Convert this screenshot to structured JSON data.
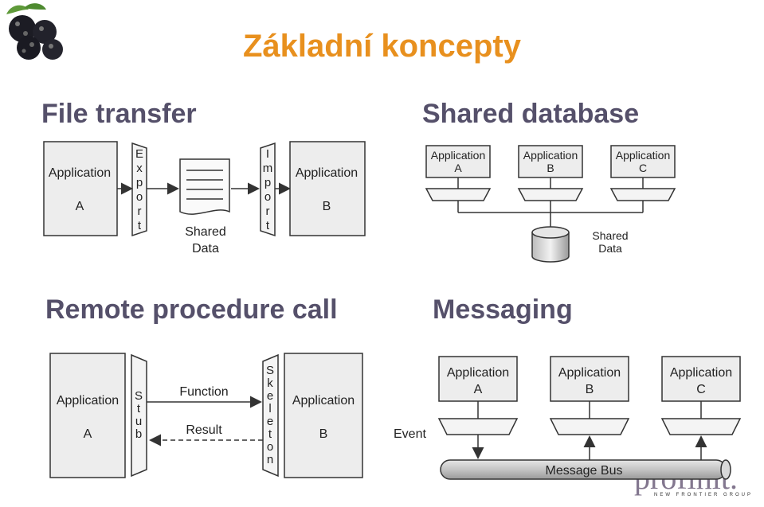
{
  "title": "Základní koncepty",
  "sections": {
    "file_transfer": {
      "heading": "File transfer",
      "app_a": [
        "Application",
        "A"
      ],
      "app_b": [
        "Application",
        "B"
      ],
      "export_letters": [
        "E",
        "x",
        "p",
        "o",
        "r",
        "t"
      ],
      "import_letters": [
        "I",
        "m",
        "p",
        "o",
        "r",
        "t"
      ],
      "data_label": [
        "Shared",
        "Data"
      ]
    },
    "shared_database": {
      "heading": "Shared database",
      "apps": [
        [
          "Application",
          "A"
        ],
        [
          "Application",
          "B"
        ],
        [
          "Application",
          "C"
        ]
      ],
      "db_label": [
        "Shared",
        "Data"
      ]
    },
    "rpc": {
      "heading": "Remote procedure call",
      "app_a": [
        "Application",
        "A"
      ],
      "app_b": [
        "Application",
        "B"
      ],
      "stub_letters": [
        "S",
        "t",
        "u",
        "b"
      ],
      "skeleton_letters": [
        "S",
        "k",
        "e",
        "l",
        "e",
        "t",
        "o",
        "n"
      ],
      "function_label": "Function",
      "result_label": "Result"
    },
    "messaging": {
      "heading": "Messaging",
      "apps": [
        [
          "Application",
          "A"
        ],
        [
          "Application",
          "B"
        ],
        [
          "Application",
          "C"
        ]
      ],
      "event_label": "Event",
      "bus_label": "Message Bus"
    }
  },
  "logo": {
    "word": "profinit.",
    "footer": "NEW FRONTIER GROUP"
  },
  "colors": {
    "title": "#e8901e",
    "heading": "#55506a"
  }
}
